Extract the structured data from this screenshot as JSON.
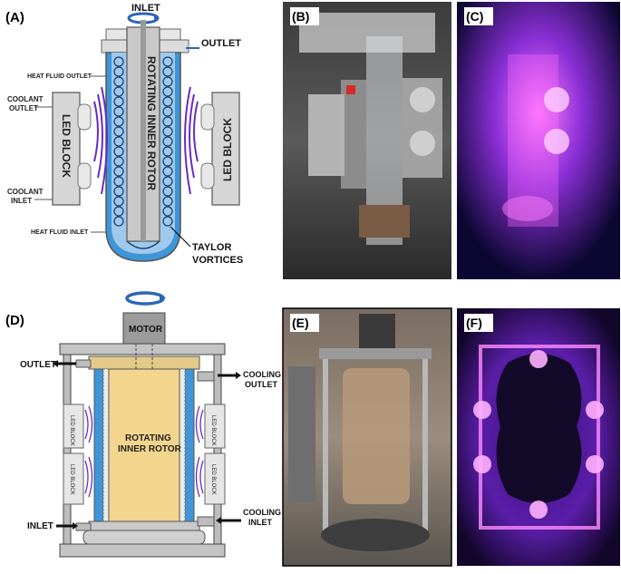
{
  "panels": {
    "A": {
      "label": "(A)",
      "inlet": "INLET",
      "outlet": "OUTLET",
      "heat_fluid_outlet": "HEAT FLUID OUTLET",
      "heat_fluid_inlet": "HEAT FLUID INLET",
      "coolant_outlet_1": "COOLANT",
      "coolant_outlet_2": "OUTLET",
      "coolant_inlet_1": "COOLANT",
      "coolant_inlet_2": "INLET",
      "led_block_left": "LED BLOCK",
      "led_block_right": "LED BLOCK",
      "rotor": "ROTATING INNER ROTOR",
      "taylor_1": "TAYLOR",
      "taylor_2": "VORTICES"
    },
    "B": {
      "label": "(B)"
    },
    "C": {
      "label": "(C)"
    },
    "D": {
      "label": "(D)",
      "motor": "MOTOR",
      "outlet": "OUTLET",
      "inlet": "INLET",
      "cooling_outlet_1": "COOLING",
      "cooling_outlet_2": "OUTLET",
      "cooling_inlet_1": "COOLING",
      "cooling_inlet_2": "INLET",
      "rotor_1": "ROTATING",
      "rotor_2": "INNER ROTOR",
      "led_block_l1": "LED BLOCK",
      "led_block_l2": "LED BLOCK",
      "led_block_r1": "LED BLOCK",
      "led_block_r2": "LED BLOCK"
    },
    "E": {
      "label": "(E)"
    },
    "F": {
      "label": "(F)"
    }
  },
  "colors": {
    "fluid_blue": "#3f95d6",
    "led_purple": "#6a2bbf",
    "rotor_yellow": "#f4d58d",
    "grey_block": "#c8c8c8",
    "dark_grey": "#8e8e8e"
  }
}
